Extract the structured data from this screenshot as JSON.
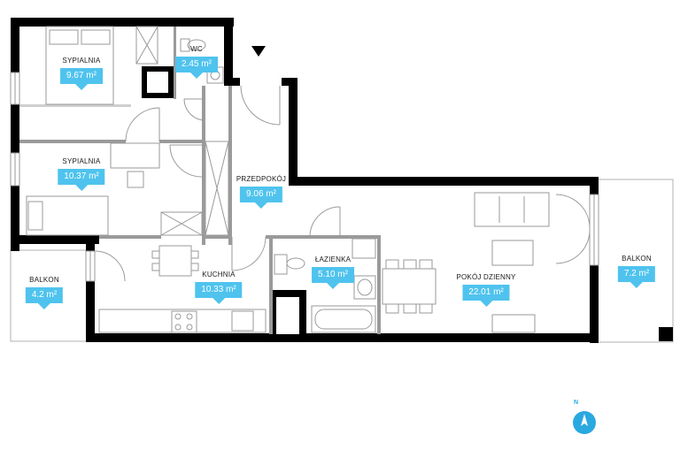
{
  "rooms": {
    "sypialnia1": {
      "name": "SYPIALNIA",
      "area": "9.67 m²"
    },
    "wc": {
      "name": "WC",
      "area": "2.45 m²"
    },
    "sypialnia2": {
      "name": "SYPIALNIA",
      "area": "10.37 m²"
    },
    "przedpokoj": {
      "name": "PRZEDPOKÓJ",
      "area": "9.06 m²"
    },
    "balkon1": {
      "name": "BALKON",
      "area": "4.2 m²"
    },
    "kuchnia": {
      "name": "KUCHNIA",
      "area": "10.33 m²"
    },
    "lazienka": {
      "name": "ŁAZIENKA",
      "area": "5.10 m²"
    },
    "pokoj_dzienny": {
      "name": "POKÓJ DZIENNY",
      "area": "22.01 m²"
    },
    "balkon2": {
      "name": "BALKON",
      "area": "7.2 m²"
    }
  },
  "compass": {
    "label": "N"
  },
  "colors": {
    "accent": "#4fc3ee",
    "wall": "#000000",
    "furniture": "#9a9a9a",
    "compass": "#2aa8e0"
  }
}
